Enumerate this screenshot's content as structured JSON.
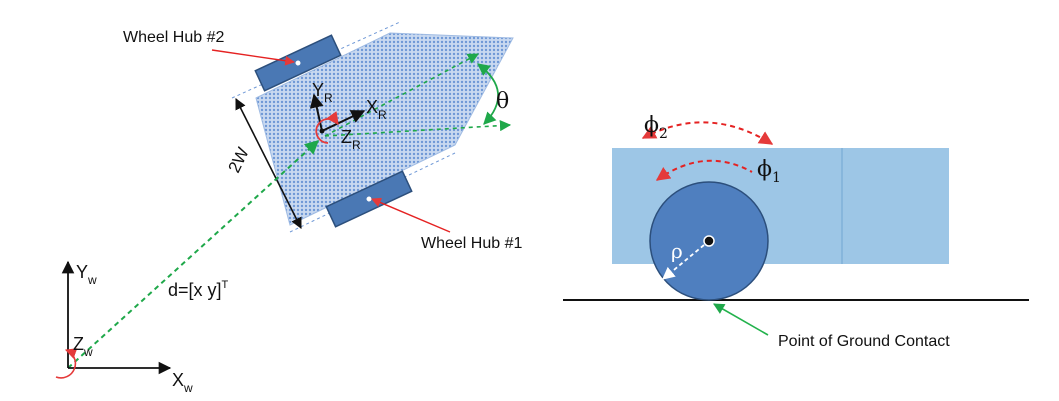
{
  "colors": {
    "chassis": "#6f98d6",
    "wheel_hub": "#4a78b4",
    "wheel_border": "#2c4f7c",
    "body_light": "#9dc6e6",
    "wheel_side": "#4f7fbf",
    "trajectory": "#1fa84a",
    "rotation_arrow": "#e53a3a",
    "pointer": "#e52222",
    "ground_pointer": "#22b24c",
    "ink": "#111111"
  },
  "top_view": {
    "wheel_hub_2": "Wheel Hub #2",
    "wheel_hub_1": "Wheel Hub #1",
    "width_label": "2W",
    "theta": "θ",
    "robot_frame": {
      "y_main": "Y",
      "y_sub": "R",
      "x_main": "X",
      "x_sub": "R",
      "z_main": "Z",
      "z_sub": "R"
    },
    "world_frame": {
      "y_main": "Y",
      "y_sub": "w",
      "x_main": "X",
      "x_sub": "w",
      "z_main": "Z",
      "z_sub": "w"
    },
    "displacement": {
      "main": "d=[x y]",
      "sup": "T"
    }
  },
  "side_view": {
    "phi2_main": "ϕ",
    "phi2_sub": "2",
    "phi1_main": "ϕ",
    "phi1_sub": "1",
    "rho": "ρ",
    "ground_contact": "Point of Ground Contact"
  }
}
